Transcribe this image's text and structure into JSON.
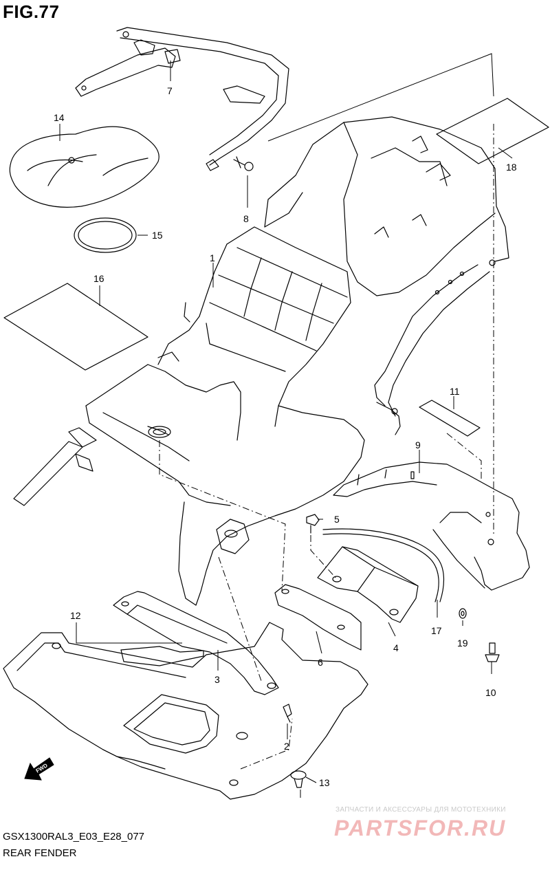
{
  "figure": {
    "title": "FIG.77",
    "code": "GSX1300RAL3_E03_E28_077",
    "name": "REAR FENDER"
  },
  "callouts": [
    {
      "id": "c1",
      "label": "1"
    },
    {
      "id": "c2",
      "label": "2"
    },
    {
      "id": "c3",
      "label": "3"
    },
    {
      "id": "c4",
      "label": "4"
    },
    {
      "id": "c5",
      "label": "5"
    },
    {
      "id": "c6",
      "label": "6"
    },
    {
      "id": "c7",
      "label": "7"
    },
    {
      "id": "c8",
      "label": "8"
    },
    {
      "id": "c9",
      "label": "9"
    },
    {
      "id": "c10",
      "label": "10"
    },
    {
      "id": "c11",
      "label": "11"
    },
    {
      "id": "c12",
      "label": "12"
    },
    {
      "id": "c13",
      "label": "13"
    },
    {
      "id": "c14",
      "label": "14"
    },
    {
      "id": "c15",
      "label": "15"
    },
    {
      "id": "c16",
      "label": "16"
    },
    {
      "id": "c17",
      "label": "17"
    },
    {
      "id": "c18",
      "label": "18"
    },
    {
      "id": "c19",
      "label": "19"
    }
  ],
  "fwd_arrow": {
    "label": "FWD",
    "icon": "fwd-arrow-icon"
  },
  "watermark": {
    "tagline": "ЗАПЧАСТИ И АКСЕССУАРЫ ДЛЯ МОТОТЕХНИКИ",
    "logo": "PARTSFOR.RU",
    "color": "#f2b8b8"
  }
}
